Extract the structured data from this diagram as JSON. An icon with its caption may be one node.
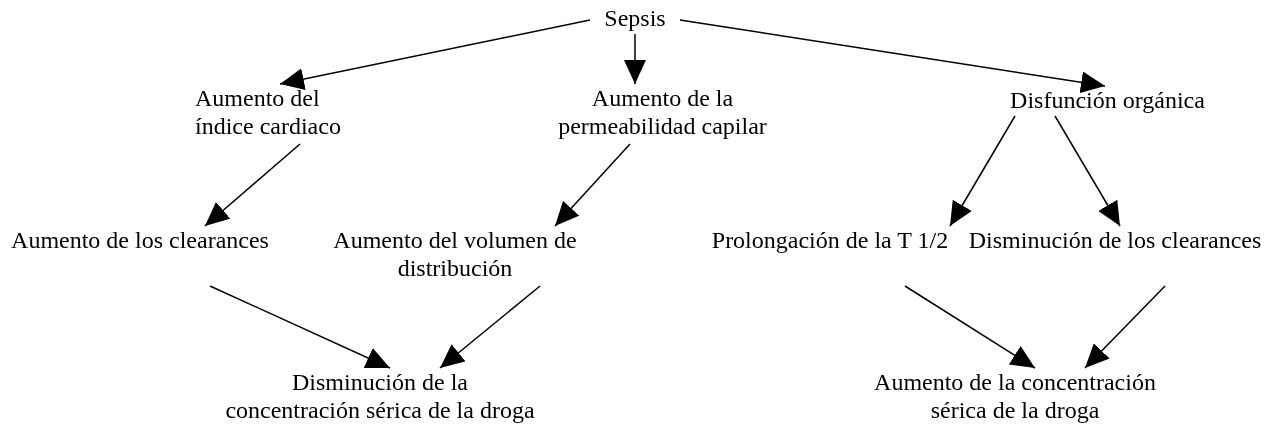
{
  "diagram": {
    "nodes": [
      {
        "text": [
          "Sepsis"
        ]
      },
      {
        "text": [
          "Aumento del índice cardiaco"
        ]
      },
      {
        "text": [
          "Aumento de la permeabilidad capilar"
        ]
      },
      {
        "text": [
          "Disfunción orgánica"
        ]
      },
      {
        "text": [
          "Aumento de los clearances"
        ]
      },
      {
        "text": [
          "Aumento del volumen de distribución"
        ]
      },
      {
        "text": [
          "Prolongación de la T 1/2"
        ]
      },
      {
        "text": [
          "Disminución de los clearances"
        ]
      },
      {
        "text": [
          "Disminución de la concentración sérica de la droga"
        ]
      },
      {
        "text": [
          "Aumento de la concentración sérica de la droga"
        ]
      }
    ],
    "edges": [
      {
        "from": 0,
        "to": 1,
        "arrow": "to"
      },
      {
        "from": 0,
        "to": 2,
        "arrow": "to"
      },
      {
        "from": 0,
        "to": 3,
        "arrow": "to"
      },
      {
        "from": 1,
        "to": 4,
        "arrow": "to"
      },
      {
        "from": 2,
        "to": 5,
        "arrow": "to"
      },
      {
        "from": 3,
        "to": 6,
        "arrow": "to"
      },
      {
        "from": 3,
        "to": 7,
        "arrow": "to"
      },
      {
        "from": 4,
        "to": 8,
        "arrow": "to"
      },
      {
        "from": 5,
        "to": 8,
        "arrow": "to"
      },
      {
        "from": 6,
        "to": 9,
        "arrow": "to"
      },
      {
        "from": 7,
        "to": 9,
        "arrow": "to"
      }
    ]
  }
}
